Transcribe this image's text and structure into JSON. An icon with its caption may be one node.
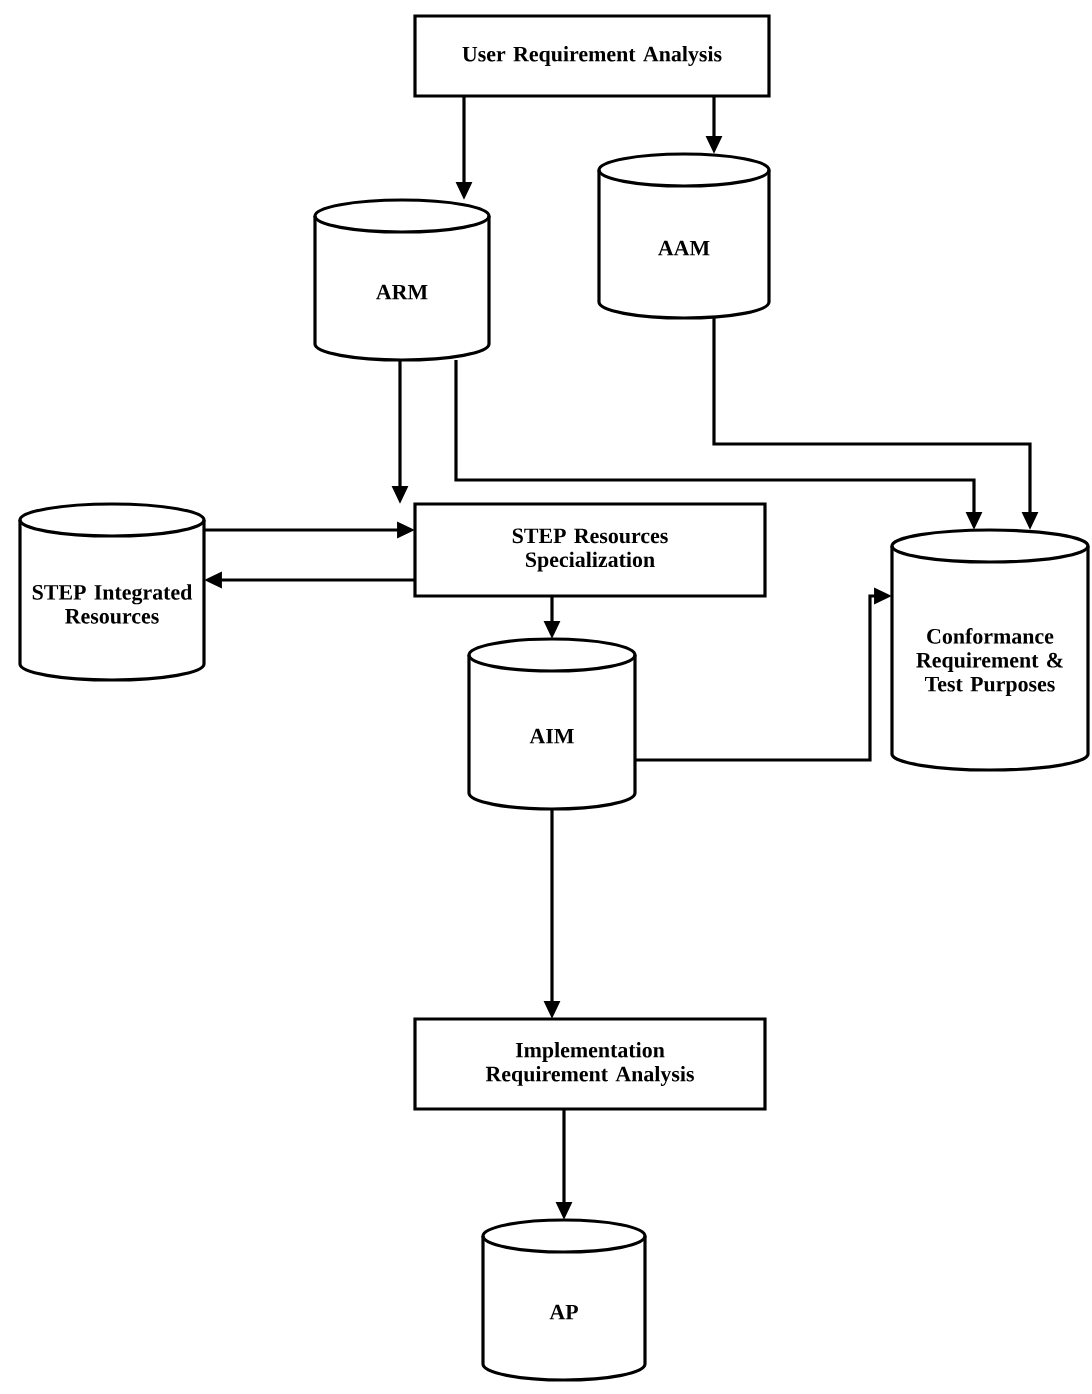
{
  "diagram": {
    "nodes": [
      {
        "text": [
          "User Requirement Analysis"
        ]
      },
      {
        "text": [
          "ARM"
        ]
      },
      {
        "text": [
          "AAM"
        ]
      },
      {
        "text": [
          "STEP Integrated Resources"
        ]
      },
      {
        "text": [
          "STEP Resources Specialization"
        ]
      },
      {
        "text": [
          "Conformance Requirement & Test Purposes"
        ]
      },
      {
        "text": [
          "AIM"
        ]
      },
      {
        "text": [
          "Implementation Requirement Analysis"
        ]
      },
      {
        "text": [
          "AP"
        ]
      }
    ],
    "edges": [
      {
        "from": 0,
        "to": 1,
        "arrow": "to"
      },
      {
        "from": 0,
        "to": 2,
        "arrow": "to"
      },
      {
        "from": 1,
        "to": 4,
        "arrow": "to"
      },
      {
        "from": 1,
        "to": 5,
        "arrow": "to"
      },
      {
        "from": 2,
        "to": 5,
        "arrow": "to"
      },
      {
        "from": 3,
        "to": 4,
        "arrow": "to"
      },
      {
        "from": 4,
        "to": 3,
        "arrow": "to"
      },
      {
        "from": 4,
        "to": 6,
        "arrow": "to"
      },
      {
        "from": 6,
        "to": 5,
        "arrow": "to"
      },
      {
        "from": 6,
        "to": 7,
        "arrow": "to"
      },
      {
        "from": 7,
        "to": 8,
        "arrow": "to"
      }
    ]
  }
}
